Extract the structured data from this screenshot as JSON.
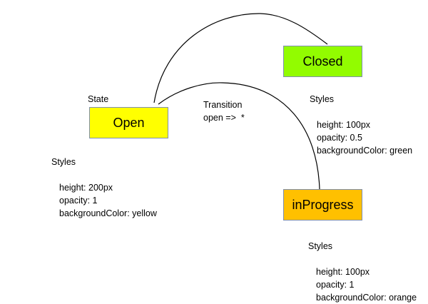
{
  "states": [
    {
      "name": "Open",
      "color": "#ffff00",
      "label": "State",
      "styles_title": "Styles",
      "styles": [
        "height: 200px",
        "opacity: 1",
        "backgroundColor: yellow"
      ]
    },
    {
      "name": "Closed",
      "color": "#92fc00",
      "styles_title": "Styles",
      "styles": [
        "height: 100px",
        "opacity: 0.5",
        "backgroundColor: green"
      ]
    },
    {
      "name": "inProgress",
      "color": "#ffc000",
      "styles_title": "Styles",
      "styles": [
        "height: 100px",
        "opacity: 1",
        "backgroundColor: orange"
      ]
    }
  ],
  "transition": {
    "title": "Transition",
    "expr": "open =>  *"
  }
}
